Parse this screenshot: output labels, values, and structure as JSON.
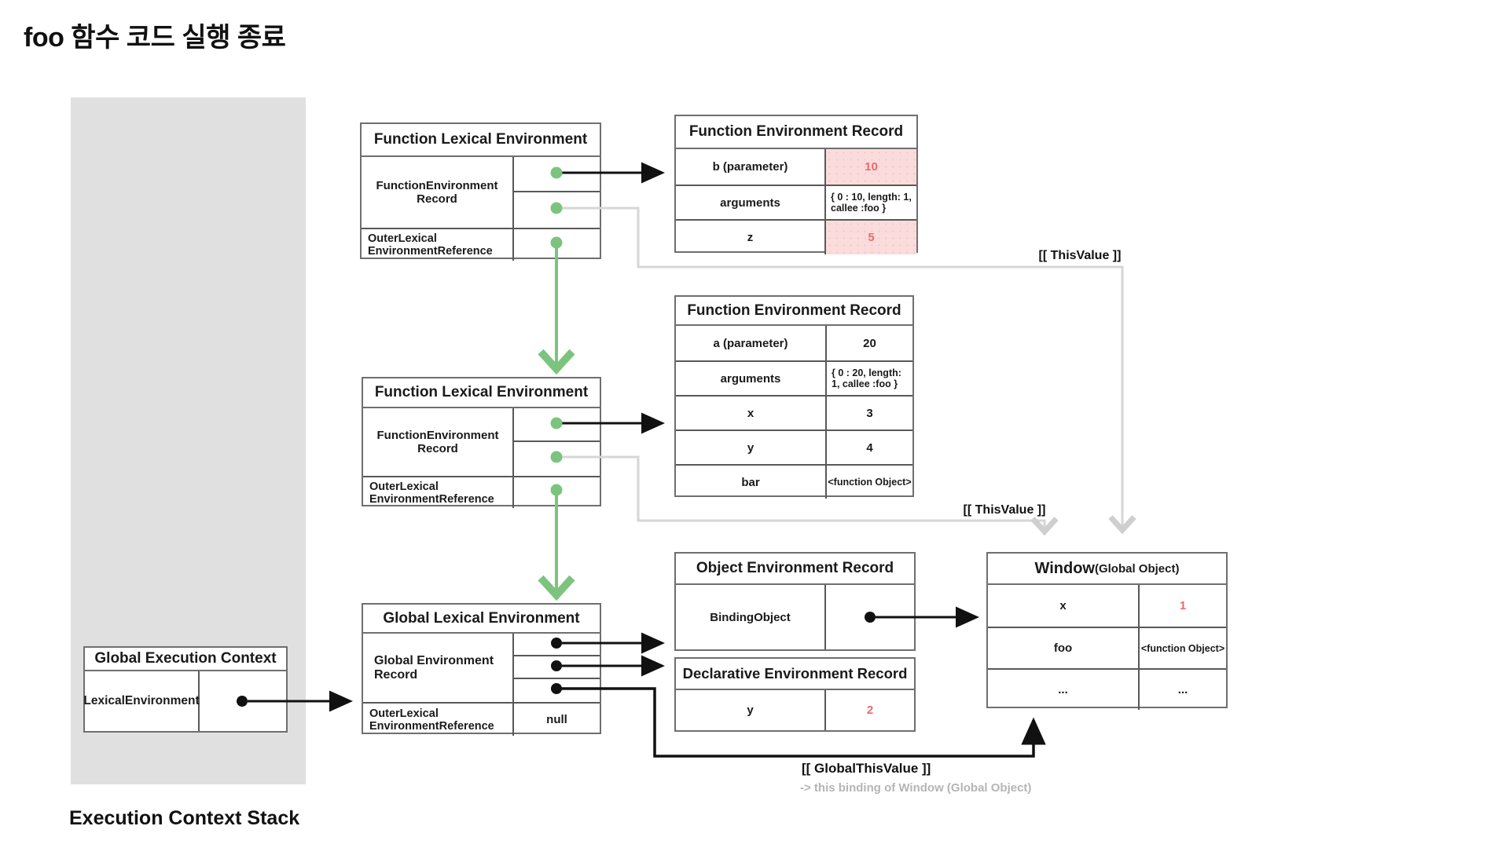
{
  "title": "foo 함수 코드 실행 종료",
  "stack": {
    "label": "Execution Context Stack"
  },
  "gec": {
    "title": "Global Execution Context",
    "row_label": "LexicalEnvironment"
  },
  "fle1": {
    "title": "Function Lexical Environment",
    "record_label": "FunctionEnvironment Record",
    "outer_label": "OuterLexical EnvironmentReference"
  },
  "fle2": {
    "title": "Function Lexical Environment",
    "record_label": "FunctionEnvironment Record",
    "outer_label": "OuterLexical EnvironmentReference"
  },
  "gle": {
    "title": "Global Lexical Environment",
    "record_label": "Global Environment Record",
    "outer_label": "OuterLexical EnvironmentReference",
    "outer_value": "null"
  },
  "fer1": {
    "title": "Function Environment Record",
    "rows": [
      {
        "key": "b (parameter)",
        "value": "10"
      },
      {
        "key": "arguments",
        "value": "{ 0 : 10, length: 1, callee :foo }"
      },
      {
        "key": "z",
        "value": "5"
      }
    ]
  },
  "fer2": {
    "title": "Function Environment Record",
    "rows": [
      {
        "key": "a (parameter)",
        "value": "20"
      },
      {
        "key": "arguments",
        "value": "{ 0 : 20, length: 1, callee :foo }"
      },
      {
        "key": "x",
        "value": "3"
      },
      {
        "key": "y",
        "value": "4"
      },
      {
        "key": "bar",
        "value": "<function Object>"
      }
    ]
  },
  "oer": {
    "title": "Object Environment Record",
    "row_label": "BindingObject"
  },
  "der": {
    "title": "Declarative Environment Record",
    "rows": [
      {
        "key": "y",
        "value": "2"
      }
    ]
  },
  "window": {
    "title": "Window",
    "title_suffix": "(Global Object)",
    "rows": [
      {
        "key": "x",
        "value": "1"
      },
      {
        "key": "foo",
        "value": "<function Object>"
      },
      {
        "key": "...",
        "value": "..."
      }
    ]
  },
  "labels": {
    "this_value_top": "[[ ThisValue ]]",
    "this_value_mid": "[[ ThisValue ]]",
    "global_this_value": "[[ GlobalThisValue ]]",
    "global_this_note": "-> this binding of Window (Global Object)"
  },
  "colors": {
    "green": "#7cc47e",
    "red": "#ee6a6a",
    "pink_bg": "#fbdcdc",
    "gray_line": "#d6d6d6"
  }
}
